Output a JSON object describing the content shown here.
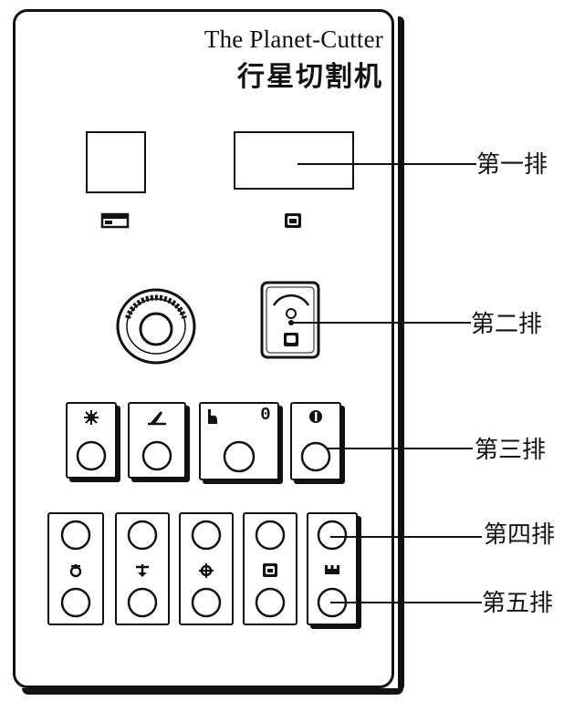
{
  "title": {
    "english": "The Planet-Cutter",
    "chinese": "行星切割机"
  },
  "rows": [
    {
      "label": "第一排"
    },
    {
      "label": "第二排"
    },
    {
      "label": "第三排"
    },
    {
      "label": "第四排"
    },
    {
      "label": "第五排"
    }
  ],
  "row3": {
    "slot3_right_digit": "0"
  },
  "icons": {
    "row1_left": "window-icon",
    "row1_right": "pot-icon",
    "emergency_stop": "emergency-stop-icon",
    "row2_mode": "mode-icon",
    "row3": [
      "spindle-icon",
      "cutting-icon",
      "manual-icon",
      "info-icon"
    ],
    "row45": [
      "power-icon",
      "feed-icon",
      "gear-icon",
      "pot-icon",
      "heater-icon"
    ]
  }
}
